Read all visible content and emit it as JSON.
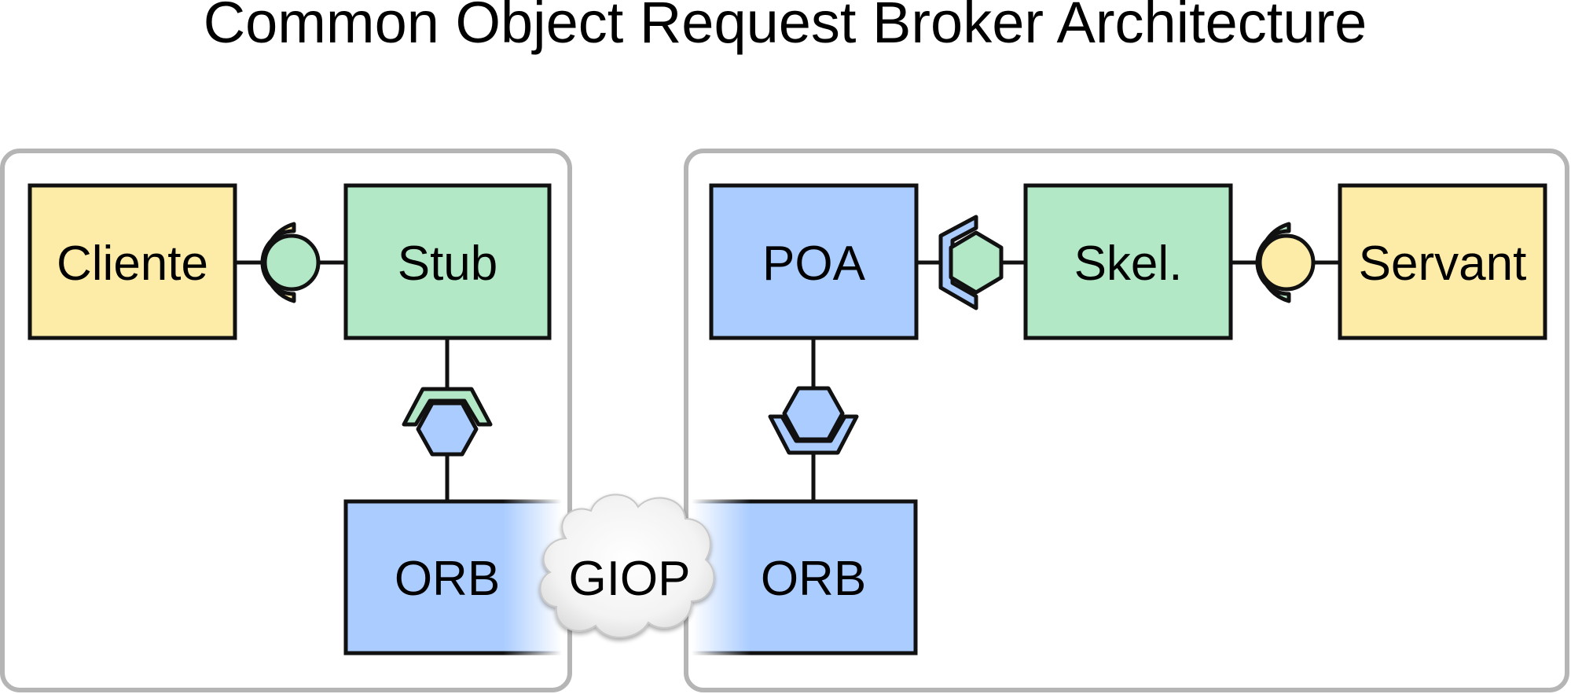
{
  "title": "Common Object Request Broker Architecture",
  "client_side": {
    "client_label": "Cliente",
    "stub_label": "Stub",
    "orb_label": "ORB"
  },
  "server_side": {
    "poa_label": "POA",
    "skeleton_label": "Skel.",
    "servant_label": "Servant",
    "orb_label": "ORB"
  },
  "network": {
    "protocol_label": "GIOP"
  },
  "colors": {
    "client_servant_fill": "#fdeba8",
    "stub_skeleton_fill": "#b3e8c6",
    "orb_poa_fill": "#aaccff",
    "panel_border": "#b5b5b5",
    "cloud_fill": "#f2f2f2",
    "stroke": "#111111"
  }
}
